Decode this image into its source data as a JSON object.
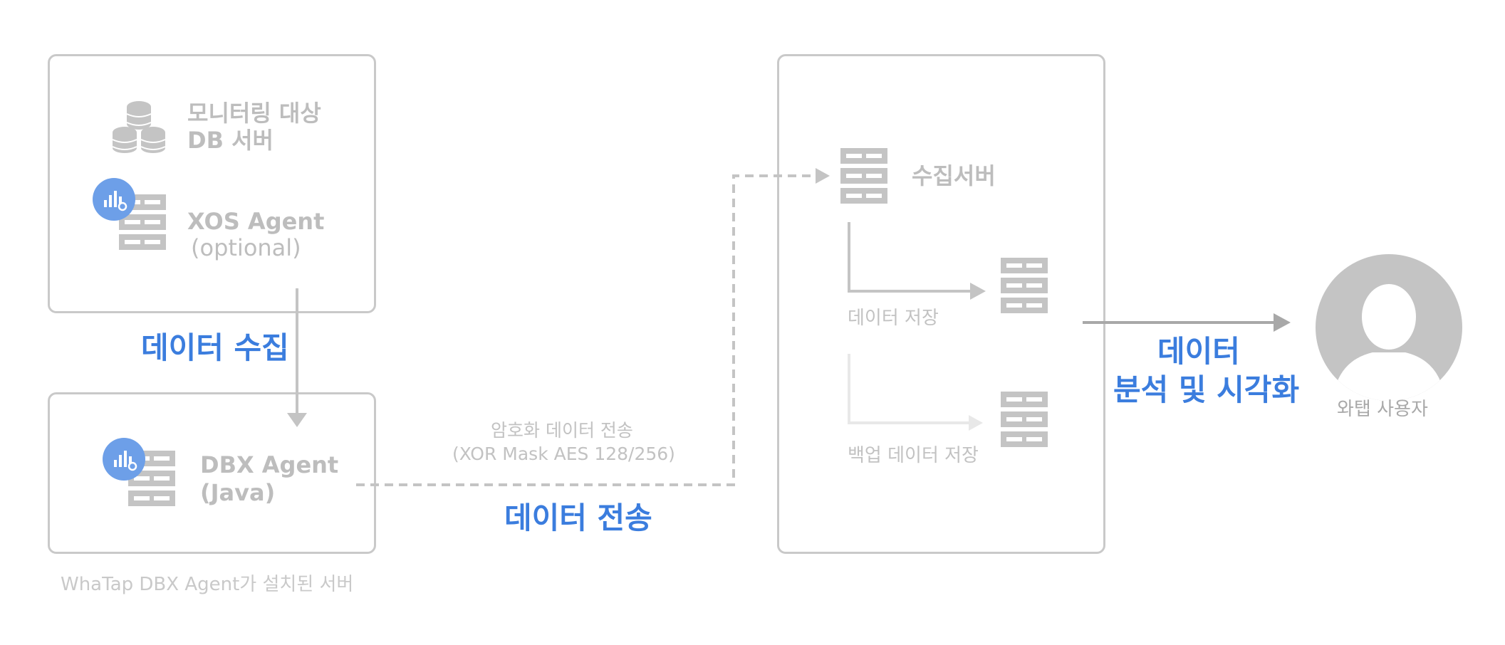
{
  "source_box": {
    "db_label_line1": "모니터링 대상",
    "db_label_line2": "DB 서버",
    "xos_label_line1": "XOS Agent",
    "xos_label_line2": "(optional)"
  },
  "collect_label": "데이터 수집",
  "agent_box": {
    "dbx_label_line1": "DBX Agent",
    "dbx_label_line2": "(Java)",
    "caption": "WhaTap DBX Agent가 설치된 서버"
  },
  "transfer": {
    "note_line1": "암호화 데이터 전송",
    "note_line2": "(XOR Mask AES 128/256)",
    "label": "데이터 전송"
  },
  "server_box": {
    "collect_server_label": "수집서버",
    "store_label": "데이터 저장",
    "backup_label": "백업 데이터 저장"
  },
  "analysis_label_line1": "데이터",
  "analysis_label_line2": "분석 및 시각화",
  "user_label": "와탭 사용자",
  "icons": {
    "db": "database-stack-icon",
    "server": "server-icon",
    "agent_badge": "agent-chart-icon",
    "user": "user-avatar-icon"
  },
  "colors": {
    "accent": "#3b7dde",
    "badge": "#6d9fe8",
    "icon_gray": "#c4c4c4",
    "line_gray": "#b8b8b8"
  }
}
